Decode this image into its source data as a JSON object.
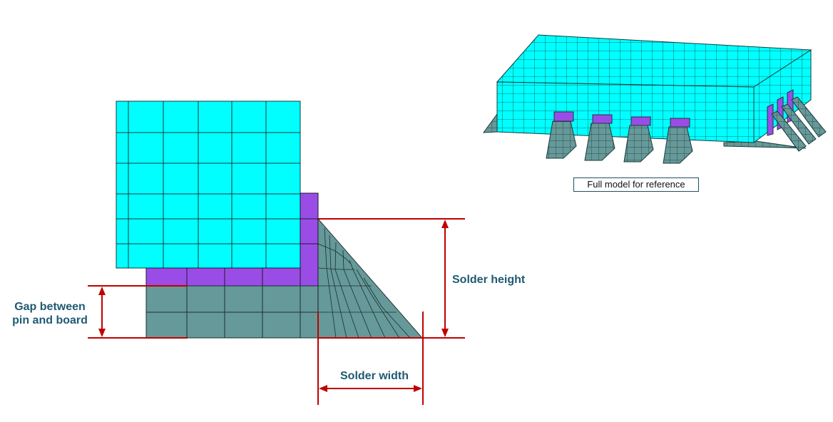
{
  "labels": {
    "solder_height": "Solder height",
    "gap_line1": "Gap between",
    "gap_line2": "pin and board",
    "solder_width": "Solder width",
    "reference_caption": "Full model for reference"
  },
  "colors": {
    "package": "#00ffff",
    "pin": "#9a4de6",
    "solder": "#669999",
    "dimension": "#c00000",
    "label_text": "#1f5a73"
  }
}
